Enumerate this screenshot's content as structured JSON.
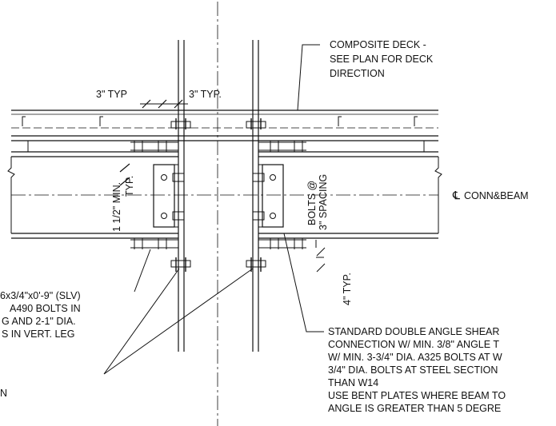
{
  "labels": {
    "composite_deck": [
      "COMPOSITE DECK -",
      "SEE PLAN FOR DECK",
      "DIRECTION"
    ],
    "typ_left": "3\" TYP",
    "typ_right": "3\" TYP.",
    "min_typ": [
      "1 1/2\" MIN.",
      "TYP."
    ],
    "bolts_spacing": [
      "BOLTS @",
      "3\" SPACING"
    ],
    "centerline": "CONN&BEAM",
    "centerline_symbol": "℄",
    "four_typ": "4\" TYP.",
    "angle_note": [
      "6x3/4\"x0'-9\" (SLV)",
      "A490 BOLTS IN",
      "G AND 2-1\" DIA.",
      "S IN VERT. LEG"
    ],
    "n_fragment": "N",
    "shear_note": [
      "STANDARD DOUBLE ANGLE SHEAR",
      "CONNECTION W/ MIN. 3/8\" ANGLE T",
      "W/ MIN. 3-3/4\" DIA. A325 BOLTS AT W",
      "3/4\" DIA. BOLTS AT STEEL SECTION",
      "THAN W14",
      "USE BENT PLATES WHERE BEAM TO",
      "ANGLE IS GREATER THAN 5 DEGRE"
    ]
  },
  "colors": {
    "line": "#111111",
    "background": "#ffffff"
  }
}
